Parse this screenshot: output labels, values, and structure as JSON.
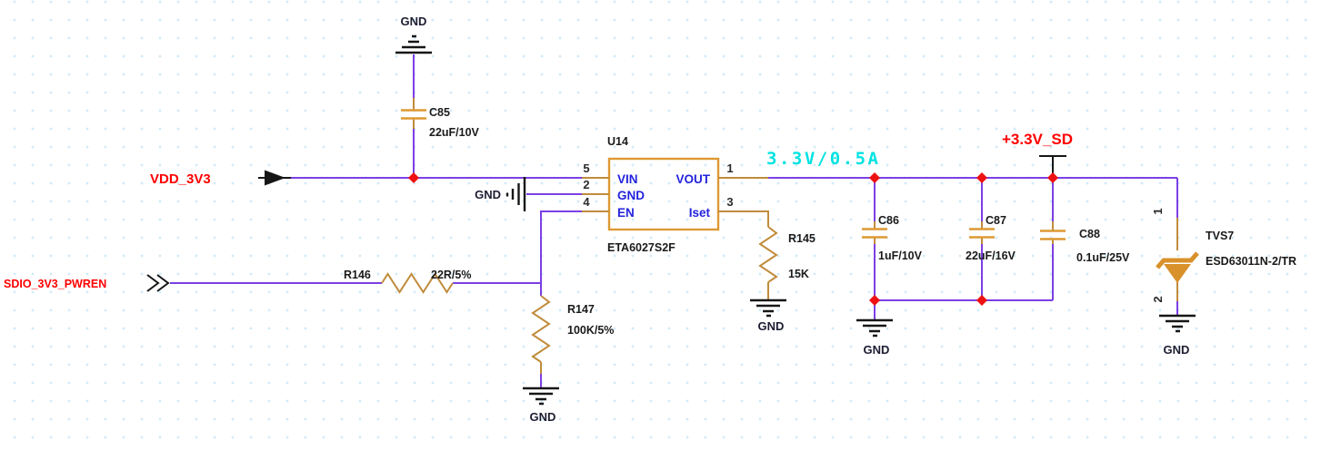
{
  "schematic": {
    "regulator": {
      "refdes": "U14",
      "part_number": "ETA6027S2F",
      "pins": {
        "vin": {
          "number": "5",
          "name": "VIN"
        },
        "gnd": {
          "number": "2",
          "name": "GND"
        },
        "en": {
          "number": "4",
          "name": "EN"
        },
        "vout": {
          "number": "1",
          "name": "VOUT"
        },
        "iset": {
          "number": "3",
          "name": "Iset"
        }
      }
    },
    "capacitors": {
      "c85": {
        "refdes": "C85",
        "value": "22uF/10V"
      },
      "c86": {
        "refdes": "C86",
        "value": "1uF/10V"
      },
      "c87": {
        "refdes": "C87",
        "value": "22uF/16V"
      },
      "c88": {
        "refdes": "C88",
        "value": "0.1uF/25V"
      }
    },
    "resistors": {
      "r145": {
        "refdes": "R145",
        "value": "15K"
      },
      "r146": {
        "refdes": "R146",
        "value": "22R/5%"
      },
      "r147": {
        "refdes": "R147",
        "value": "100K/5%"
      }
    },
    "tvs": {
      "refdes": "TVS7",
      "part_number": "ESD63011N-2/TR",
      "pin1": "1",
      "pin2": "2"
    },
    "nets": {
      "vdd_3v3": "VDD_3V3",
      "sdio_3v3_pwren": "SDIO_3V3_PWREN",
      "plus_3v3_sd": "+3.3V_SD",
      "output_rating": "3.3V/0.5A",
      "gnd": "GND"
    },
    "colors": {
      "wire": "#7b3fe4",
      "component_orange": "#dd9933",
      "lead_tan": "#c08c3c",
      "net_label_red": "#ff0000",
      "junction_red": "#ee1111",
      "pin_name_blue": "#2323dd",
      "annotation_cyan": "#00e2e2",
      "grid_dot": "#d2eaf8",
      "text_black": "#1a1a1a"
    }
  }
}
